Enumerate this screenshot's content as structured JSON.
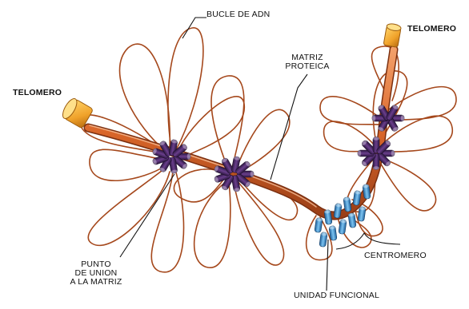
{
  "labels": {
    "dna_loop": "BUCLE DE ADN",
    "telomere_left": "TELOMERO",
    "telomere_right": "TELOMERO",
    "protein_matrix_line1": "MATRIZ",
    "protein_matrix_line2": "PROTEICA",
    "junction_line1": "PUNTO",
    "junction_line2": "DE UNION",
    "junction_line3": "A LA MATRIZ",
    "centromere": "CENTROMERO",
    "functional_unit": "UNIDAD FUNCIONAL"
  },
  "colors": {
    "dna_strand": "#a5481c",
    "matrix_core": "#d9662a",
    "matrix_highlight": "#f3a06a",
    "telomere_cap": "#f0a22a",
    "attachment_protein": "#4b2a66",
    "centromere_protein": "#3f8fd0",
    "leader_line": "#111111",
    "background": "#ffffff"
  }
}
